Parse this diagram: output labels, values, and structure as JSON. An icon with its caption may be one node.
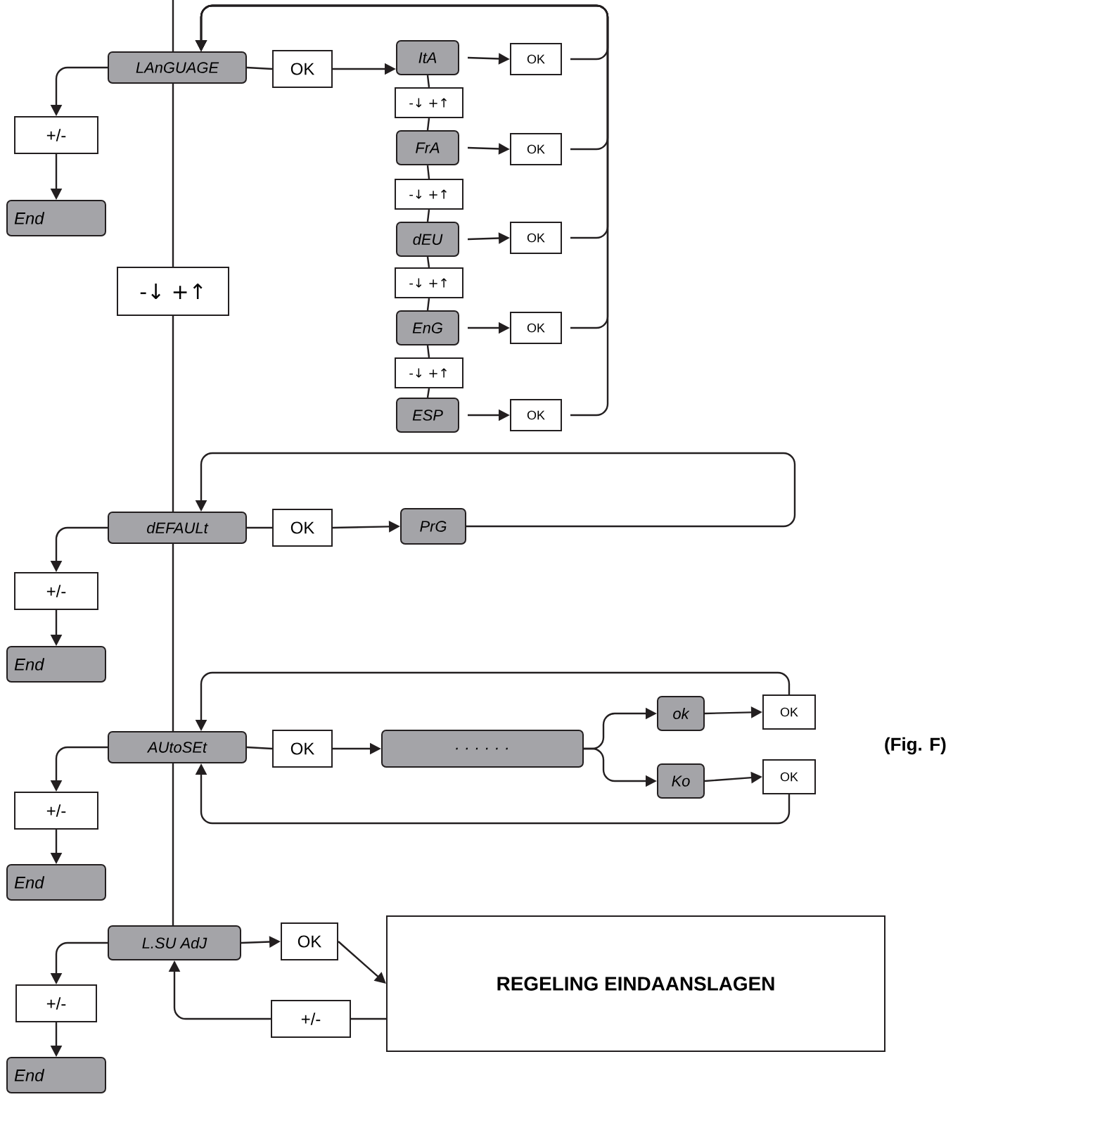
{
  "diagram": {
    "nodes": [
      {
        "text": [
          "LAnGUAGE"
        ]
      },
      {
        "text": [
          "OK"
        ]
      },
      {
        "text": [
          "ItA"
        ]
      },
      {
        "text": [
          "-↓ +↑"
        ]
      },
      {
        "text": [
          "FrA"
        ]
      },
      {
        "text": [
          "-↓ +↑"
        ]
      },
      {
        "text": [
          "dEU"
        ]
      },
      {
        "text": [
          "-↓ +↑"
        ]
      },
      {
        "text": [
          "EnG"
        ]
      },
      {
        "text": [
          "-↓ +↑"
        ]
      },
      {
        "text": [
          "ESP"
        ]
      },
      {
        "text": [
          "OK"
        ]
      },
      {
        "text": [
          "OK"
        ]
      },
      {
        "text": [
          "OK"
        ]
      },
      {
        "text": [
          "OK"
        ]
      },
      {
        "text": [
          "OK"
        ]
      },
      {
        "text": [
          "+/-"
        ]
      },
      {
        "text": [
          "End"
        ]
      },
      {
        "text": [
          "-↓ +↑"
        ]
      },
      {
        "text": [
          "dEFAULt"
        ]
      },
      {
        "text": [
          "OK"
        ]
      },
      {
        "text": [
          "PrG"
        ]
      },
      {
        "text": [
          "+/-"
        ]
      },
      {
        "text": [
          "End"
        ]
      },
      {
        "text": [
          "AUtoSEt"
        ]
      },
      {
        "text": [
          "OK"
        ]
      },
      {
        "text": [
          ". . .          . . ."
        ]
      },
      {
        "text": [
          "ok"
        ]
      },
      {
        "text": [
          "Ko"
        ]
      },
      {
        "text": [
          "OK"
        ]
      },
      {
        "text": [
          "OK"
        ]
      },
      {
        "text": [
          "+/-"
        ]
      },
      {
        "text": [
          "End"
        ]
      },
      {
        "text": [
          "L.SU AdJ"
        ]
      },
      {
        "text": [
          "OK"
        ]
      },
      {
        "text": [
          "REGELING EINDAANSLAGEN"
        ]
      },
      {
        "text": [
          "+/-"
        ]
      },
      {
        "text": [
          "+/-"
        ]
      },
      {
        "text": [
          "End"
        ]
      }
    ],
    "edges": [
      {
        "from": null,
        "to": 0,
        "arrow": "none"
      },
      {
        "from": 0,
        "to": 18,
        "arrow": "none"
      },
      {
        "from": 18,
        "to": 19,
        "arrow": "none"
      },
      {
        "from": 19,
        "to": 24,
        "arrow": "none"
      },
      {
        "from": 24,
        "to": 33,
        "arrow": "none"
      },
      {
        "from": 0,
        "to": 1,
        "arrow": "none"
      },
      {
        "from": 1,
        "to": 2,
        "arrow": "to"
      },
      {
        "from": 2,
        "to": 11,
        "arrow": "to"
      },
      {
        "from": 4,
        "to": 12,
        "arrow": "to"
      },
      {
        "from": 6,
        "to": 13,
        "arrow": "to"
      },
      {
        "from": 8,
        "to": 14,
        "arrow": "to"
      },
      {
        "from": 10,
        "to": 15,
        "arrow": "to"
      },
      {
        "from": 2,
        "to": 3,
        "arrow": "none"
      },
      {
        "from": 3,
        "to": 4,
        "arrow": "none"
      },
      {
        "from": 4,
        "to": 5,
        "arrow": "none"
      },
      {
        "from": 5,
        "to": 6,
        "arrow": "none"
      },
      {
        "from": 6,
        "to": 7,
        "arrow": "none"
      },
      {
        "from": 7,
        "to": 8,
        "arrow": "none"
      },
      {
        "from": 8,
        "to": 9,
        "arrow": "none"
      },
      {
        "from": 9,
        "to": 10,
        "arrow": "none"
      },
      {
        "from": 11,
        "to": 0,
        "arrow": "to"
      },
      {
        "from": 12,
        "to": 0,
        "arrow": "to"
      },
      {
        "from": 13,
        "to": 0,
        "arrow": "to"
      },
      {
        "from": 14,
        "to": 0,
        "arrow": "to"
      },
      {
        "from": 15,
        "to": 0,
        "arrow": "to"
      },
      {
        "from": 0,
        "to": 16,
        "arrow": "to"
      },
      {
        "from": 16,
        "to": 17,
        "arrow": "to"
      },
      {
        "from": 19,
        "to": 20,
        "arrow": "none"
      },
      {
        "from": 20,
        "to": 21,
        "arrow": "to"
      },
      {
        "from": 21,
        "to": 19,
        "arrow": "to"
      },
      {
        "from": 19,
        "to": 22,
        "arrow": "to"
      },
      {
        "from": 22,
        "to": 23,
        "arrow": "to"
      },
      {
        "from": 24,
        "to": 25,
        "arrow": "none"
      },
      {
        "from": 25,
        "to": 26,
        "arrow": "to"
      },
      {
        "from": 26,
        "to": 27,
        "arrow": "to"
      },
      {
        "from": 26,
        "to": 28,
        "arrow": "to"
      },
      {
        "from": 27,
        "to": 29,
        "arrow": "to"
      },
      {
        "from": 28,
        "to": 30,
        "arrow": "to"
      },
      {
        "from": 29,
        "to": 24,
        "arrow": "to"
      },
      {
        "from": 30,
        "to": 24,
        "arrow": "to"
      },
      {
        "from": 24,
        "to": 31,
        "arrow": "to"
      },
      {
        "from": 31,
        "to": 32,
        "arrow": "to"
      },
      {
        "from": 33,
        "to": 34,
        "arrow": "to"
      },
      {
        "from": 34,
        "to": 35,
        "arrow": "to"
      },
      {
        "from": 35,
        "to": 36,
        "arrow": "none"
      },
      {
        "from": 36,
        "to": 33,
        "arrow": "to"
      },
      {
        "from": 33,
        "to": 37,
        "arrow": "to"
      },
      {
        "from": 37,
        "to": 38,
        "arrow": "to"
      }
    ],
    "labels": [
      "(Fig. F)"
    ]
  }
}
